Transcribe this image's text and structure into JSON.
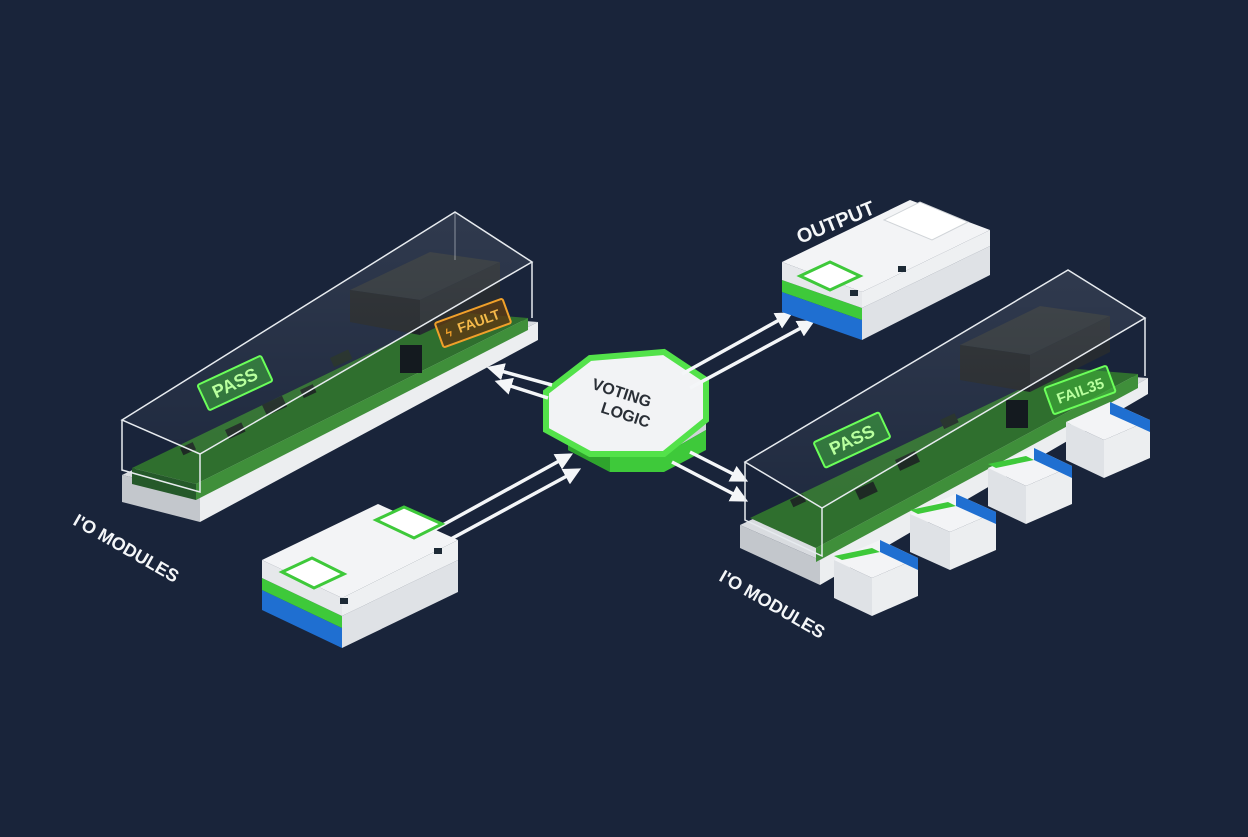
{
  "colors": {
    "background": "#19243a",
    "pcb_green": "#3f8f3a",
    "pass_green": "#4fe04a",
    "fault_orange": "#f0a02a",
    "module_white": "#e9ebee",
    "accent_blue": "#1f6fd1",
    "arrow_white": "#f4f6f8"
  },
  "labels": {
    "voting_line1": "VOTING",
    "voting_line2": "LOGIC",
    "output": "OUTPUT",
    "io_modules_left": "I'O MODULES",
    "io_modules_right": "I'O MODULES"
  },
  "badges": {
    "left_pass": "PASS",
    "left_fault": "FAULT",
    "right_pass": "PASS",
    "right_fail": "FAIL35"
  },
  "icons": {
    "fault": "fault-lightning-icon"
  }
}
